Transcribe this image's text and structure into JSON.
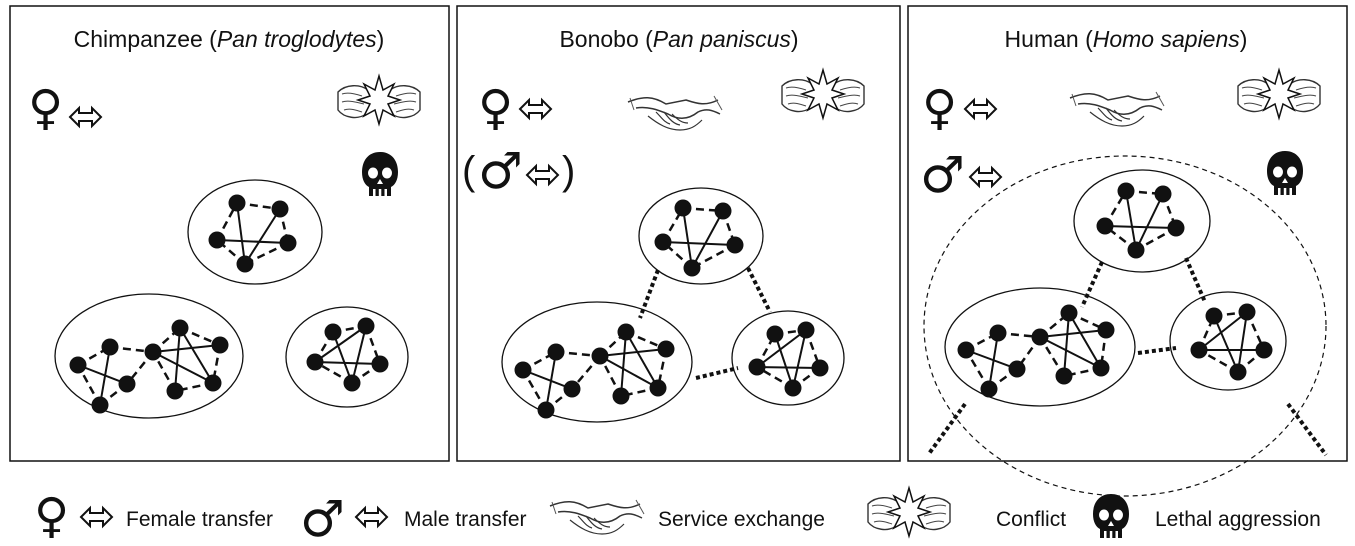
{
  "panels": [
    {
      "id": "chimp",
      "name": "Chimpanzee (",
      "sci": "Pan troglodytes",
      "close": ")"
    },
    {
      "id": "bonobo",
      "name": "Bonobo (",
      "sci": "Pan paniscus",
      "close": ")"
    },
    {
      "id": "human",
      "name": "Human (",
      "sci": "Homo sapiens",
      "close": ")"
    }
  ],
  "symbols": {
    "female": "♀",
    "male": "♂",
    "paren_open": "(",
    "paren_close": ")"
  },
  "legend": {
    "female_transfer": "Female transfer",
    "male_transfer": "Male transfer",
    "service_exchange": "Service exchange",
    "conflict": "Conflict",
    "lethal_aggression": "Lethal aggression"
  },
  "icons": [
    "female-symbol-icon",
    "male-symbol-icon",
    "double-arrow-icon",
    "handshake-icon",
    "conflict-fists-icon",
    "skull-icon"
  ]
}
